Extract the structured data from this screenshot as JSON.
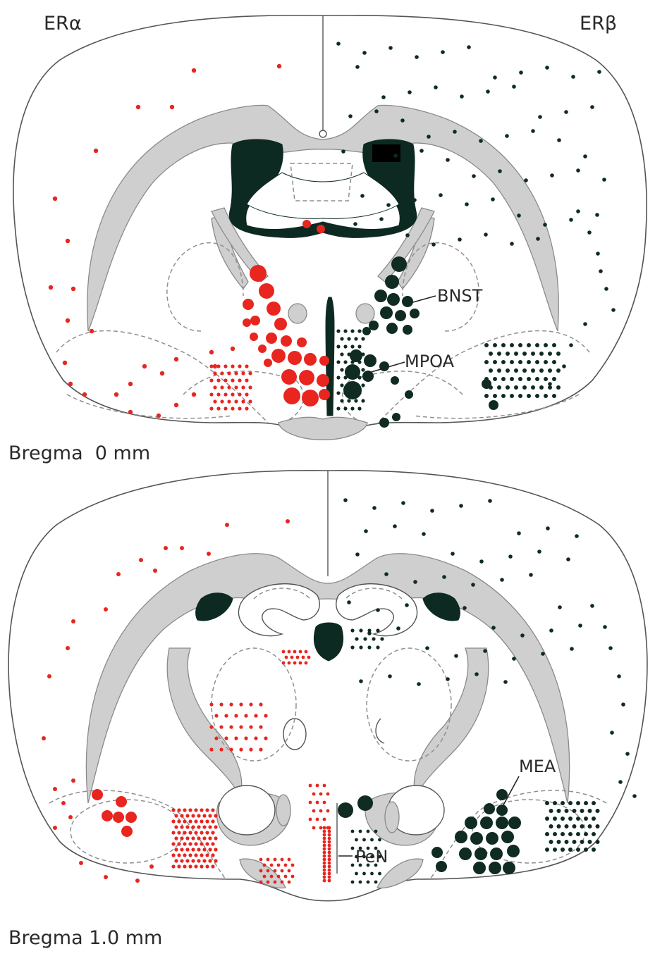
{
  "labels": {
    "left_receptor": "ERα",
    "right_receptor": "ERβ",
    "section_top": "Bregma  0 mm",
    "section_bottom": "Bregma 1.0 mm",
    "regions": {
      "bnst": "BNST",
      "mpoa": "MPOA",
      "mea": "MEA",
      "pen": "PeN"
    }
  },
  "colors": {
    "era_dots": "#e8251f",
    "erb_dots": "#0f2b22",
    "tissue_fill": "#cfcfcf",
    "outline": "#555555"
  }
}
